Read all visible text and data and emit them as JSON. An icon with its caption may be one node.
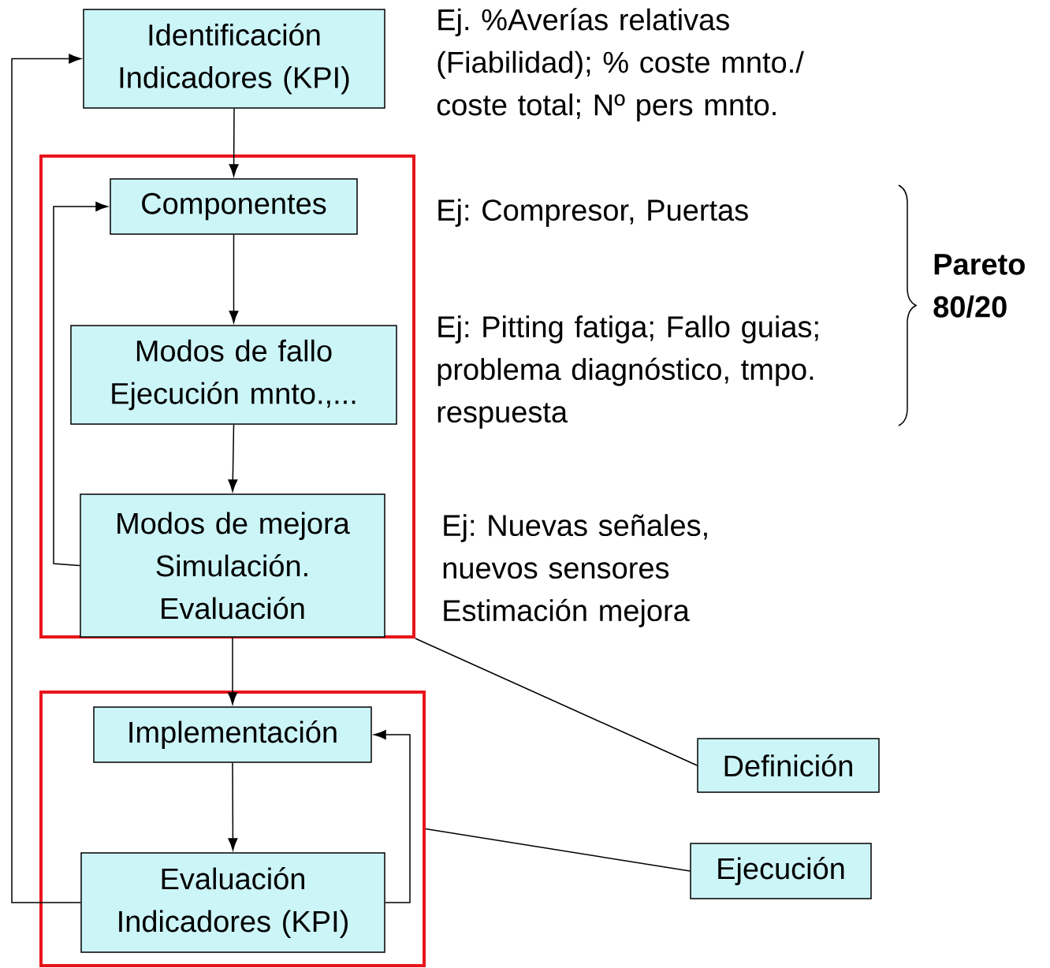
{
  "diagram": {
    "nodes": [
      {
        "text": [
          "Identificación Indicadores (KPI)"
        ]
      },
      {
        "text": [],
        "shape": "box"
      },
      {
        "text": [
          "Componentes"
        ],
        "in": 1
      },
      {
        "text": [
          "Modos de fallo Ejecución mnto.,..."
        ],
        "in": 1
      },
      {
        "text": [
          "Modos de mejora Simulación. Evaluación"
        ],
        "in": 1
      },
      {
        "text": [],
        "shape": "box"
      },
      {
        "text": [
          "Implementación"
        ],
        "in": 5
      },
      {
        "text": [
          "Evaluación Indicadores (KPI)"
        ],
        "in": 5
      },
      {
        "text": [
          "Definición"
        ]
      },
      {
        "text": [
          "Ejecución"
        ]
      }
    ],
    "edges": [
      {
        "from": 0,
        "to": 2,
        "arrow": "to"
      },
      {
        "from": 2,
        "to": 3,
        "arrow": "to"
      },
      {
        "from": 3,
        "to": 4,
        "arrow": "to"
      },
      {
        "from": 4,
        "to": 2,
        "arrow": "to"
      },
      {
        "from": 4,
        "to": 6,
        "arrow": "to"
      },
      {
        "from": 6,
        "to": 7,
        "arrow": "to"
      },
      {
        "from": 7,
        "to": 6,
        "arrow": "to"
      },
      {
        "from": 7,
        "to": 0,
        "arrow": "to"
      },
      {
        "from": 8,
        "to": 1,
        "arrow": "none"
      },
      {
        "from": 9,
        "to": 5,
        "arrow": "none"
      }
    ],
    "labels": [
      "Ej. %Averías relativas (Fiabilidad); % coste mnto./ coste total; Nº pers mnto.",
      "Ej: Compresor, Puertas",
      "Pareto 80/20",
      "Ej: Pitting fatiga; Fallo guias; problema diagnóstico, tmpo. respuesta",
      "Ej: Nuevas señales, nuevos sensores Estimación mejora"
    ]
  }
}
